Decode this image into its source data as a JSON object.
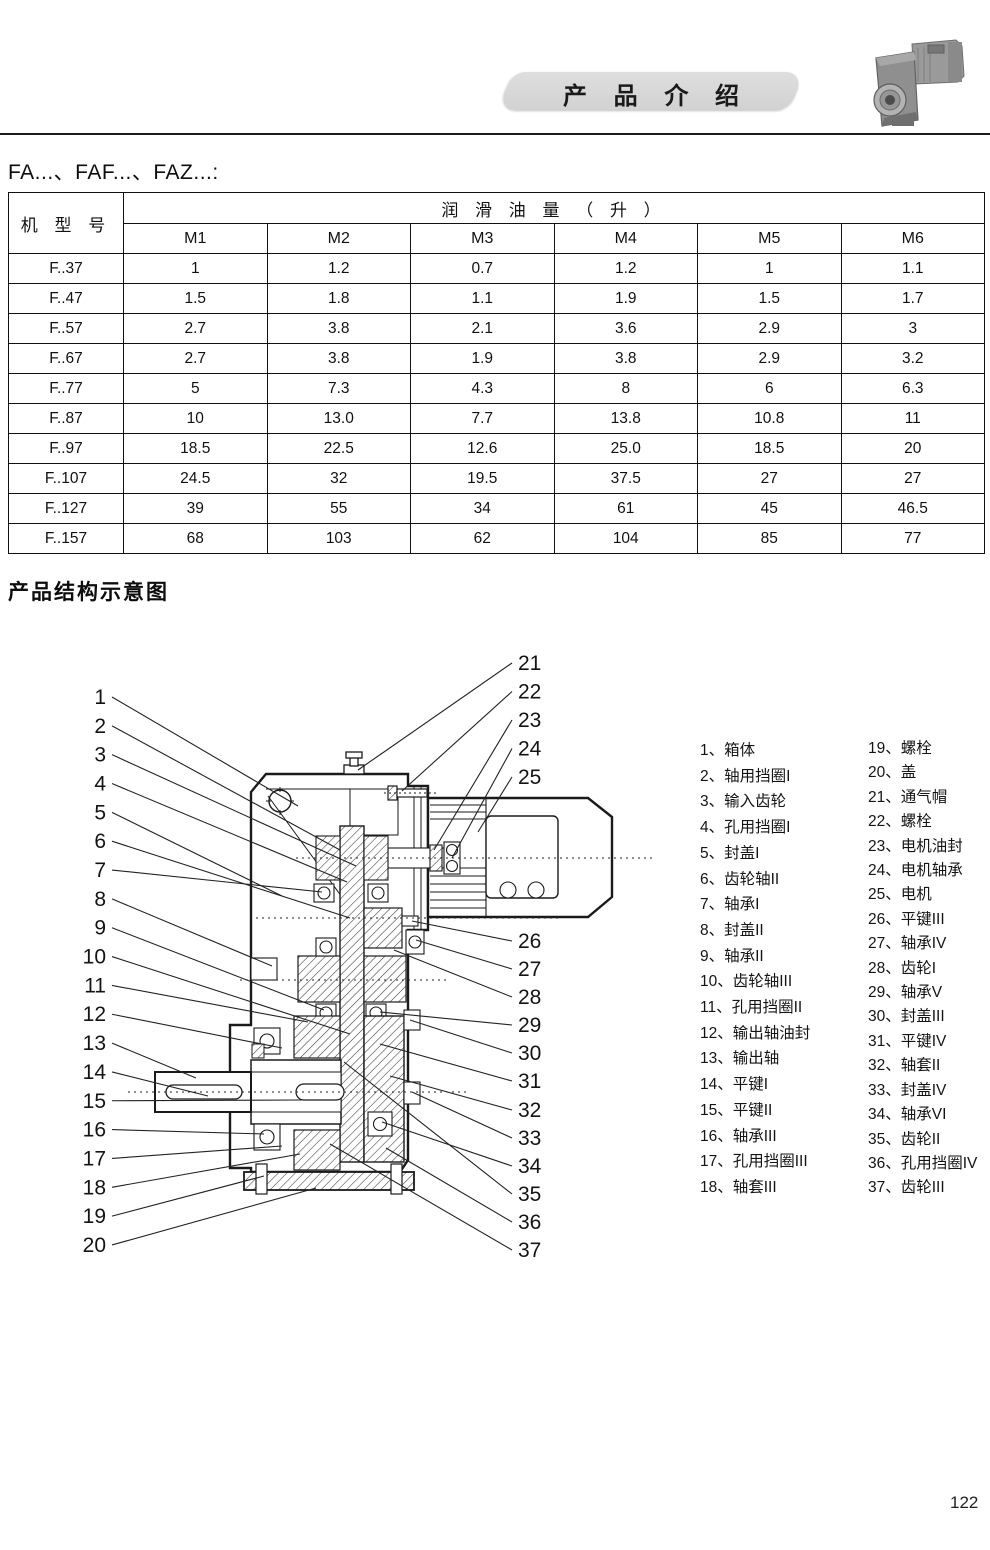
{
  "header": {
    "banner_title": "产 品 介 绍"
  },
  "table_section": {
    "title": "FA...、FAF...、FAZ...:",
    "table": {
      "col0_header": "机 型 号",
      "group_header": "润 滑 油 量 （ 升 ）",
      "columns": [
        "M1",
        "M2",
        "M3",
        "M4",
        "M5",
        "M6"
      ],
      "rows": [
        {
          "model": "F..37",
          "values": [
            "1",
            "1.2",
            "0.7",
            "1.2",
            "1",
            "1.1"
          ]
        },
        {
          "model": "F..47",
          "values": [
            "1.5",
            "1.8",
            "1.1",
            "1.9",
            "1.5",
            "1.7"
          ]
        },
        {
          "model": "F..57",
          "values": [
            "2.7",
            "3.8",
            "2.1",
            "3.6",
            "2.9",
            "3"
          ]
        },
        {
          "model": "F..67",
          "values": [
            "2.7",
            "3.8",
            "1.9",
            "3.8",
            "2.9",
            "3.2"
          ]
        },
        {
          "model": "F..77",
          "values": [
            "5",
            "7.3",
            "4.3",
            "8",
            "6",
            "6.3"
          ]
        },
        {
          "model": "F..87",
          "values": [
            "10",
            "13.0",
            "7.7",
            "13.8",
            "10.8",
            "11"
          ]
        },
        {
          "model": "F..97",
          "values": [
            "18.5",
            "22.5",
            "12.6",
            "25.0",
            "18.5",
            "20"
          ]
        },
        {
          "model": "F..107",
          "values": [
            "24.5",
            "32",
            "19.5",
            "37.5",
            "27",
            "27"
          ]
        },
        {
          "model": "F..127",
          "values": [
            "39",
            "55",
            "34",
            "61",
            "45",
            "46.5"
          ]
        },
        {
          "model": "F..157",
          "values": [
            "68",
            "103",
            "62",
            "104",
            "85",
            "77"
          ]
        }
      ]
    }
  },
  "diagram_section": {
    "title": "产品结构示意图",
    "legend_col1": [
      "1、箱体",
      "2、轴用挡圈I",
      "3、输入齿轮",
      "4、孔用挡圈I",
      "5、封盖I",
      "6、齿轮轴II",
      "7、轴承I",
      "8、封盖II",
      "9、轴承II",
      "10、齿轮轴III",
      "11、孔用挡圈II",
      "12、输出轴油封",
      "13、输出轴",
      "14、平键I",
      "15、平键II",
      "16、轴承III",
      "17、孔用挡圈III",
      "18、轴套III"
    ],
    "legend_col2": [
      "19、螺栓",
      "20、盖",
      "21、通气帽",
      "22、螺栓",
      "23、电机油封",
      "24、电机轴承",
      "25、电机",
      "26、平键III",
      "27、轴承IV",
      "28、齿轮I",
      "29、轴承V",
      "30、封盖III",
      "31、平键IV",
      "32、轴套II",
      "33、封盖IV",
      "34、轴承VI",
      "35、齿轮II",
      "36、孔用挡圈IV",
      "37、齿轮III"
    ],
    "callout_numbers_left": [
      "1",
      "2",
      "3",
      "4",
      "5",
      "6",
      "7",
      "8",
      "9",
      "10",
      "11",
      "12",
      "13",
      "14",
      "15",
      "16",
      "17",
      "18",
      "19",
      "20"
    ],
    "callout_numbers_right": [
      "21",
      "22",
      "23",
      "24",
      "25",
      "26",
      "27",
      "28",
      "29",
      "30",
      "31",
      "32",
      "33",
      "34",
      "35",
      "36",
      "37"
    ]
  },
  "page_number": "122"
}
